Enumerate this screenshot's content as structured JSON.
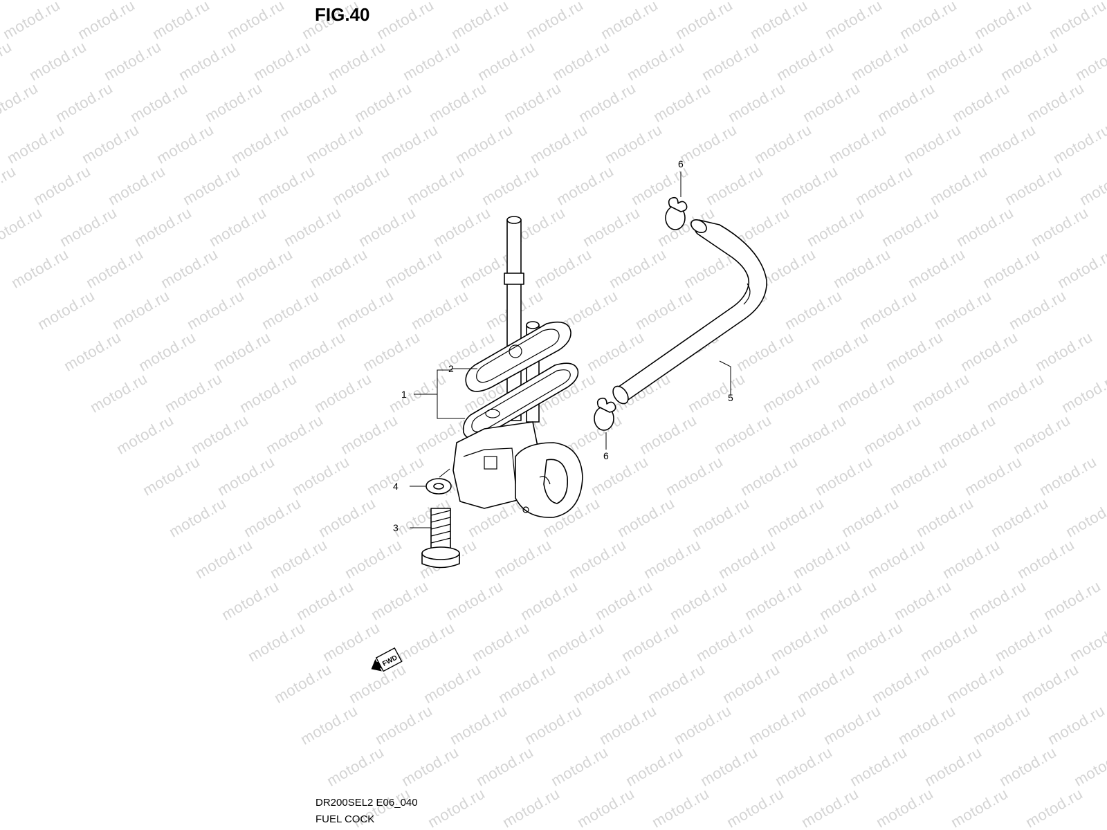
{
  "figure": {
    "title": "FIG.40",
    "model_code": "DR200SEL2 E06_040",
    "name": "FUEL COCK",
    "forward_marker": "FWD"
  },
  "watermark": {
    "text": "motod.ru"
  },
  "callouts": [
    {
      "id": "1",
      "label": "1"
    },
    {
      "id": "2",
      "label": "2"
    },
    {
      "id": "3",
      "label": "3"
    },
    {
      "id": "4",
      "label": "4"
    },
    {
      "id": "5",
      "label": "5"
    },
    {
      "id": "6a",
      "label": "6"
    },
    {
      "id": "6b",
      "label": "6"
    }
  ]
}
